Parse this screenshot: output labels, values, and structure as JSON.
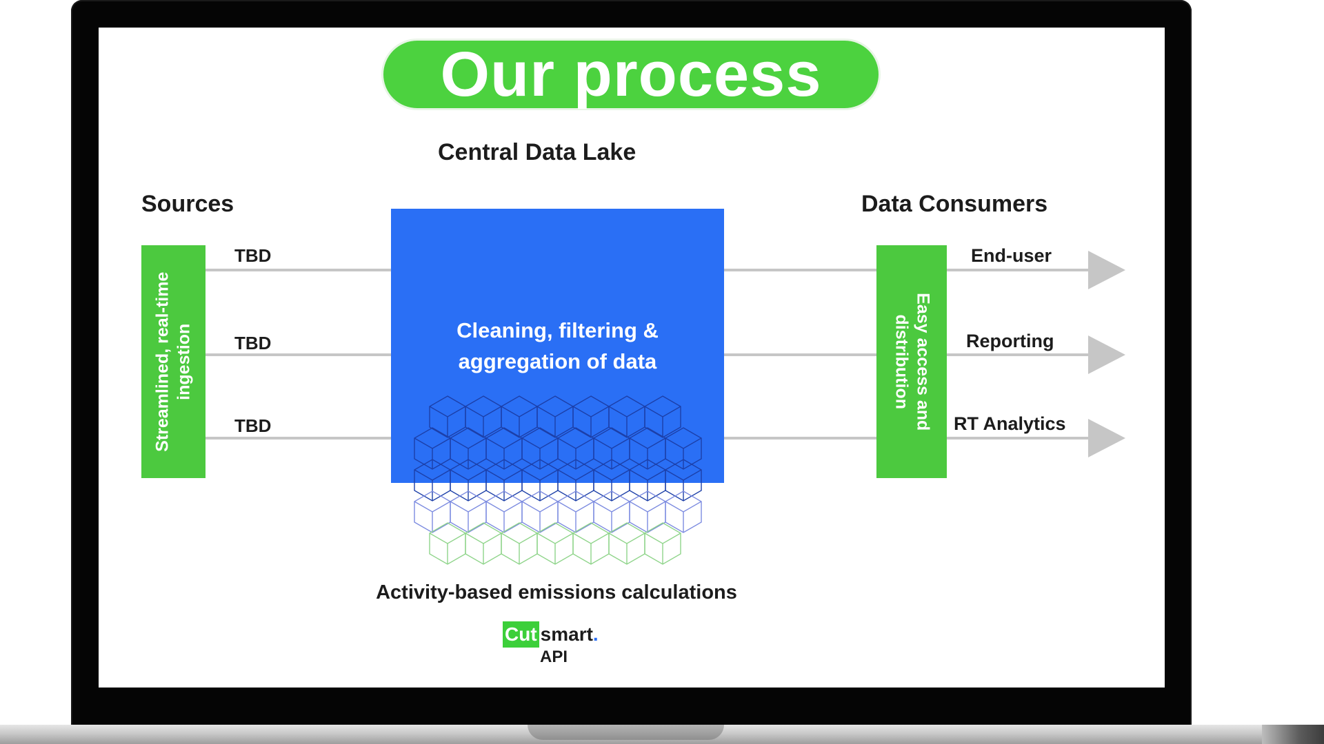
{
  "title": "Our process",
  "headings": {
    "central_lake": "Central Data Lake",
    "sources": "Sources",
    "consumers": "Data Consumers"
  },
  "sources": {
    "bar_line1": "Streamlined, real-time",
    "bar_line2": "ingestion",
    "lanes": [
      "TBD",
      "TBD",
      "TBD"
    ]
  },
  "lake": {
    "line1": "Cleaning, filtering &",
    "line2": "aggregation of data"
  },
  "consumers": {
    "bar_line1": "Easy access and",
    "bar_line2": "distribution",
    "items": [
      "End-user",
      "Reporting",
      "RT Analytics"
    ]
  },
  "footer": {
    "activity": "Activity-based emissions calculations",
    "brand_cut": "Cut",
    "brand_smart": "smart",
    "brand_dot": ".",
    "api": "API"
  },
  "colors": {
    "accent_green": "#4cd23f",
    "lake_blue": "#2a6ff5",
    "connector_gray": "#c6c6c6"
  }
}
